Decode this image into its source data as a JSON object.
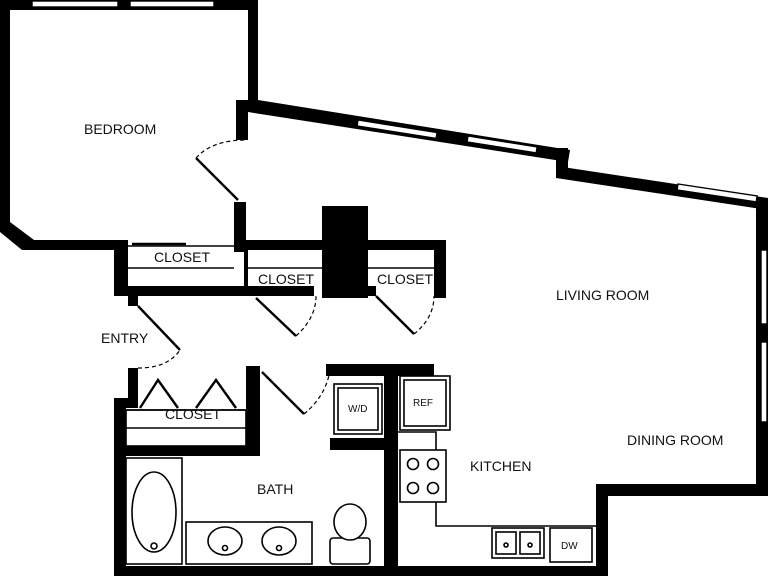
{
  "rooms": {
    "bedroom": "BEDROOM",
    "closet_bedroom": "CLOSET",
    "closet_hall_1": "CLOSET",
    "closet_hall_2": "CLOSET",
    "entry": "ENTRY",
    "closet_entry": "CLOSET",
    "living_room": "LIVING ROOM",
    "dining_room": "DINING ROOM",
    "kitchen": "KITCHEN",
    "bath": "BATH"
  },
  "appliances": {
    "washer_dryer": "W/D",
    "refrigerator": "REF",
    "dishwasher": "DW"
  }
}
